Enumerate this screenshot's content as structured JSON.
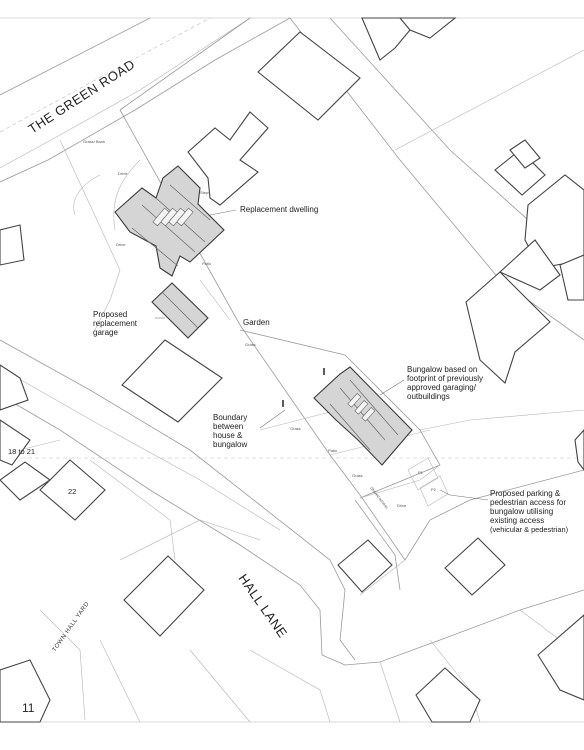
{
  "roads": {
    "green_road": "THE GREEN ROAD",
    "hall_lane": "HALL LANE",
    "town_hall_yard": "TOWN HALL YARD"
  },
  "annotations": {
    "replacement_dwelling": "Replacement dwelling",
    "garage": [
      "Proposed",
      "replacement",
      "garage"
    ],
    "garden": "Garden",
    "boundary": [
      "Boundary",
      "between",
      "house &",
      "bungalow"
    ],
    "bungalow": [
      "Bungalow based on",
      "footprint of previously",
      "approved garaging/",
      "outbuildings"
    ],
    "parking": [
      "Proposed parking &",
      "pedestrian access for",
      "bungalow utilising",
      "existing access",
      "(vehicular & pedestrian)"
    ]
  },
  "small_labels": {
    "grass_bank": "Grass/ Bank",
    "drive_top": "Drive",
    "drive_left": "Drive",
    "patio_top": "Patio",
    "grass_garden": "Grass",
    "grass_bungalow": "Grass",
    "patio_bungalow": "Patio",
    "grass_small": "Grass",
    "drive_bottom": "Drive",
    "shared_access": "Shared access",
    "steps": "Steps",
    "p1": "P1",
    "p2": "P2"
  },
  "numbers": {
    "n18to21": "18 to 21",
    "n22": "22"
  },
  "page_number": "11"
}
